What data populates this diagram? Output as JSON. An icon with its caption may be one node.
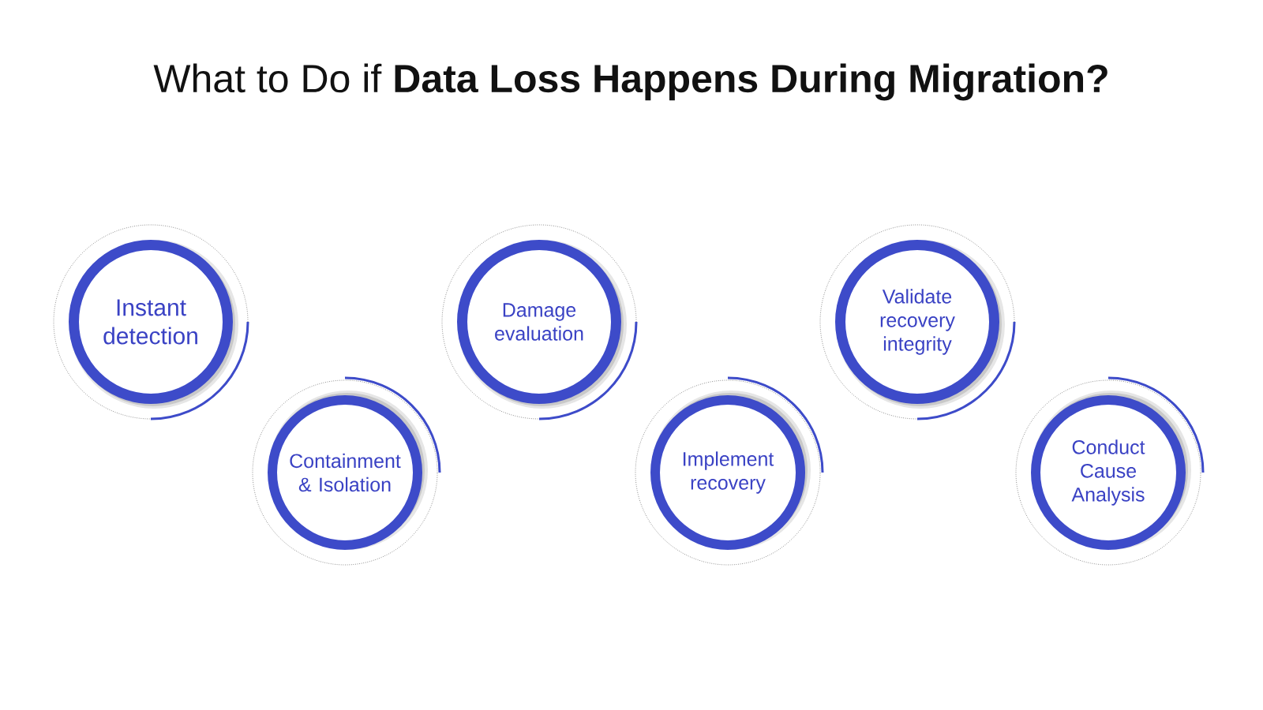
{
  "diagram": {
    "title": "What to Do if **Data Loss Happens During Migration?**",
    "nodes": [
      {
        "text": [
          "Instant detection"
        ]
      },
      {
        "text": [
          "Containment & Isolation"
        ]
      },
      {
        "text": [
          "Damage evaluation"
        ]
      },
      {
        "text": [
          "Implement recovery"
        ]
      },
      {
        "text": [
          "Validate recovery integrity"
        ]
      },
      {
        "text": [
          "Conduct Cause Analysis"
        ]
      }
    ]
  }
}
